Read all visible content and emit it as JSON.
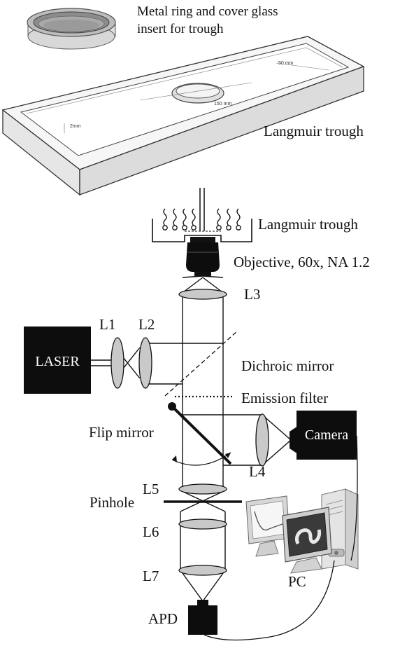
{
  "labels": {
    "insert_caption_line1": "Metal ring and cover glass",
    "insert_caption_line2": "insert for trough",
    "trough_caption_top": "Langmuir trough",
    "trough_dim_width": "50 mm",
    "trough_dim_length": "150 mm",
    "trough_dim_depth": "2mm",
    "trough_caption_schematic": "Langmuir trough",
    "objective": "Objective, 60x, NA 1.2",
    "l1": "L1",
    "l2": "L2",
    "l3": "L3",
    "l4": "L4",
    "l5": "L5",
    "l6": "L6",
    "l7": "L7",
    "laser": "LASER",
    "dichroic_mirror": "Dichroic mirror",
    "emission_filter": "Emission filter",
    "flip_mirror": "Flip mirror",
    "camera": "Camera",
    "pinhole": "Pinhole",
    "pc": "PC",
    "apd": "APD"
  },
  "colors": {
    "ink": "#111111",
    "lens_fill": "#c9c9c9",
    "box_fill": "#0d0d0d",
    "trough_fill": "#f4f4f4"
  },
  "icons": [
    "metal-ring-insert-icon",
    "molecule-icon",
    "objective-icon",
    "monitor-icon",
    "computer-tower-icon"
  ]
}
